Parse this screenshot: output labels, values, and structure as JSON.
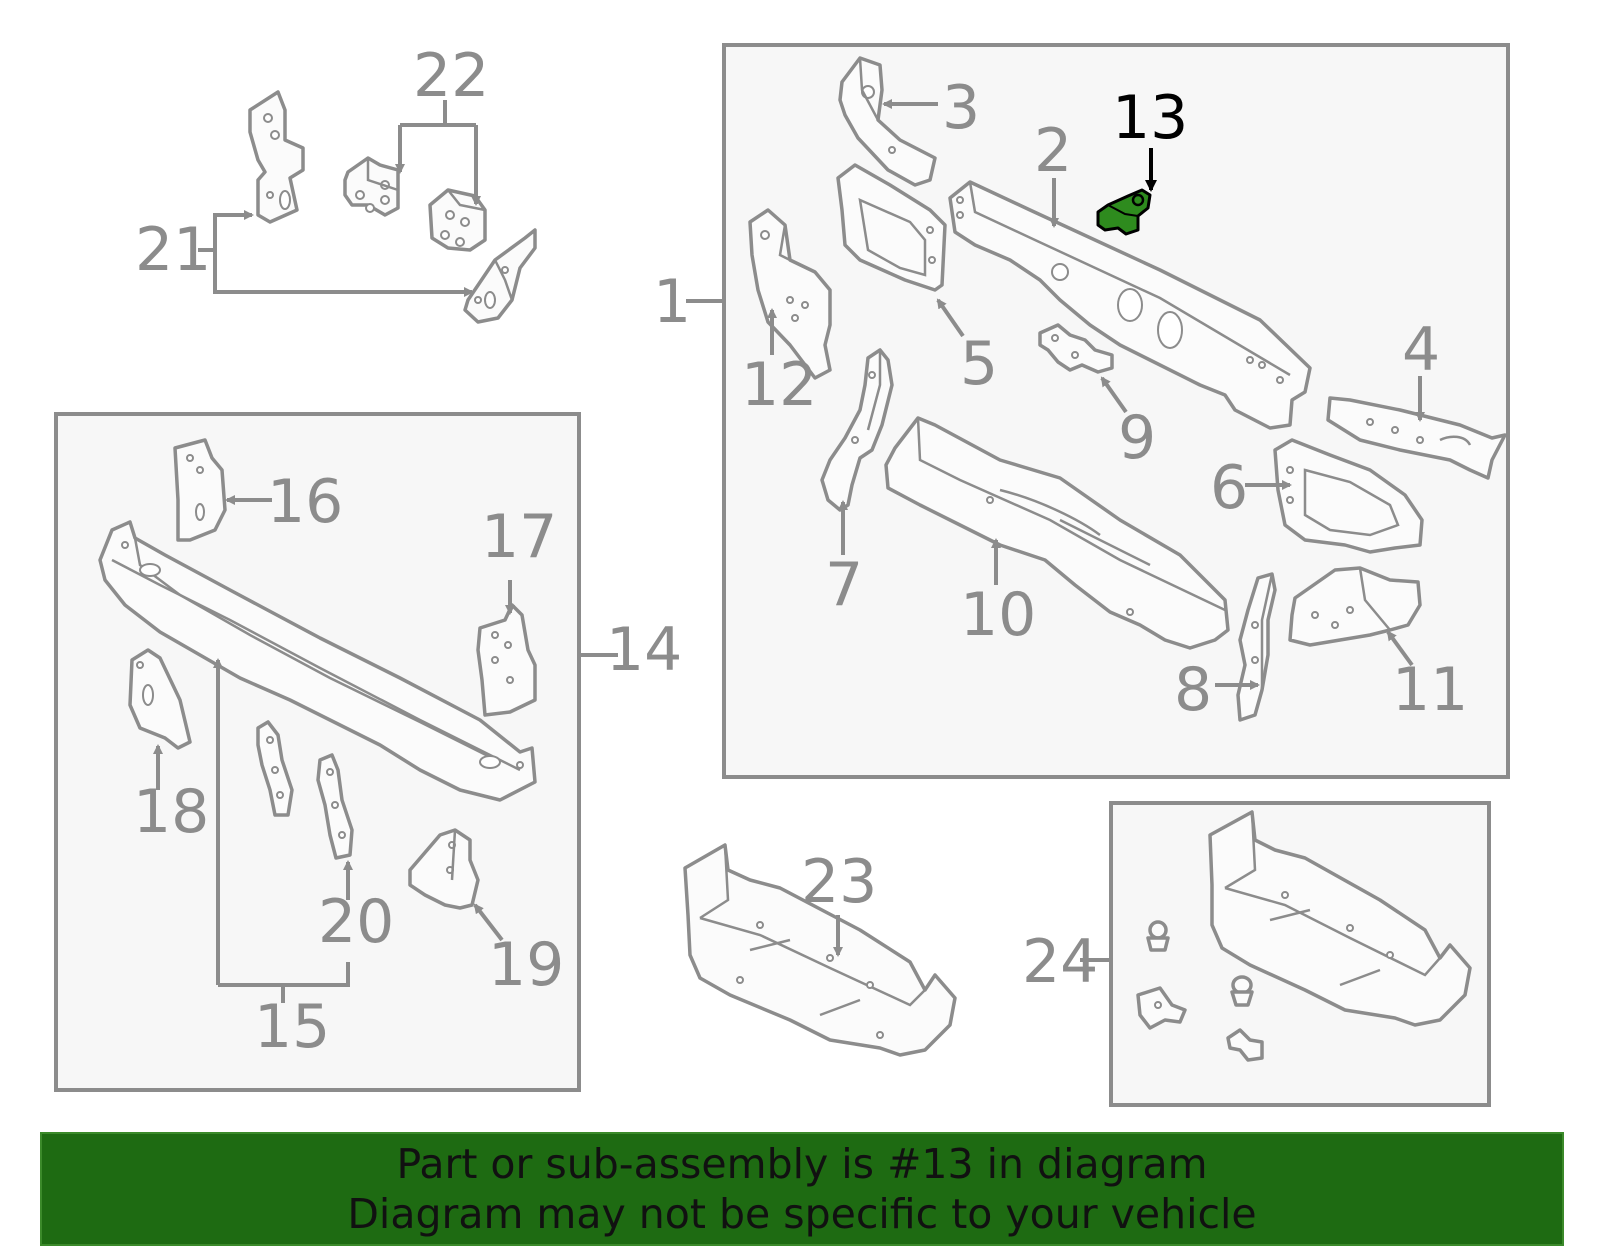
{
  "diagram": {
    "highlighted_part": "13",
    "highlight_color": "#2e8b1e",
    "line_color": "#8c8c8c",
    "callouts": {
      "c1": "1",
      "c2": "2",
      "c3": "3",
      "c4": "4",
      "c5": "5",
      "c6": "6",
      "c7": "7",
      "c8": "8",
      "c9": "9",
      "c10": "10",
      "c11": "11",
      "c12": "12",
      "c13": "13",
      "c14": "14",
      "c15": "15",
      "c16": "16",
      "c17": "17",
      "c18": "18",
      "c19": "19",
      "c20": "20",
      "c21": "21",
      "c22": "22",
      "c23": "23",
      "c24": "24"
    }
  },
  "banner": {
    "background": "#1e6b12",
    "line1": "Part or sub-assembly is #13 in diagram",
    "line2": "Diagram may not be specific to your vehicle"
  }
}
